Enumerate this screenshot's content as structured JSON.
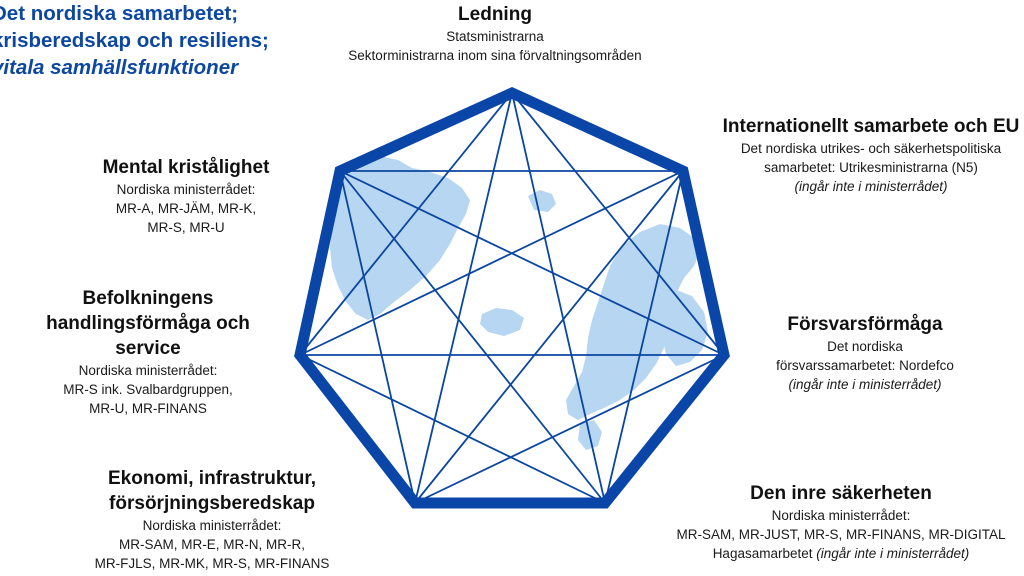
{
  "title": {
    "line1": "Det nordiska samarbetet;",
    "line2": "krisberedskap och resiliens;",
    "line3": "vitala samhällsfunktioner"
  },
  "colors": {
    "heptagon_stroke": "#0a45a8",
    "star_lines": "#0b46a0",
    "map_fill": "#b7d6f2",
    "title": "#0d47a1"
  },
  "sections": {
    "ledning": {
      "heading": "Ledning",
      "lines": [
        "Statsministrarna",
        "Sektorministrarna inom sina förvaltningsområden"
      ]
    },
    "internationellt": {
      "heading": "Internationellt samarbete och EU",
      "lines": [
        "Det nordiska utrikes- och säkerhetspolitiska",
        "samarbetet: Utrikesministrarna (N5)"
      ],
      "note": "(ingår inte i ministerrådet)"
    },
    "forsvar": {
      "heading": "Försvarsförmåga",
      "lines": [
        "Det nordiska",
        "försvarssamarbetet: Nordefco"
      ],
      "note": "(ingår inte i ministerrådet)"
    },
    "inre": {
      "heading": "Den inre säkerheten",
      "lines": [
        "Nordiska ministerrådet:",
        "MR-SAM, MR-JUST, MR-S, MR-FINANS, MR-DIGITAL"
      ],
      "last_plain": "Hagasamarbetet ",
      "note": "(ingår inte i ministerrådet)"
    },
    "ekonomi": {
      "heading1": "Ekonomi, infrastruktur,",
      "heading2": "försörjningsberedskap",
      "lines": [
        "Nordiska ministerrådet:",
        "MR-SAM, MR-E, MR-N, MR-R,",
        "MR-FJLS, MR-MK, MR-S, MR-FINANS"
      ]
    },
    "befolkning": {
      "heading1": "Befolkningens",
      "heading2": "handlingsförmåga och",
      "heading3": "service",
      "lines": [
        "Nordiska ministerrådet:",
        "MR-S ink. Svalbardgruppen,",
        "MR-U, MR-FINANS"
      ]
    },
    "mental": {
      "heading": "Mental kristålighet",
      "lines": [
        "Nordiska ministerrådet:",
        "MR-A, MR-JÄM, MR-K,",
        "MR-S, MR-U"
      ]
    }
  }
}
